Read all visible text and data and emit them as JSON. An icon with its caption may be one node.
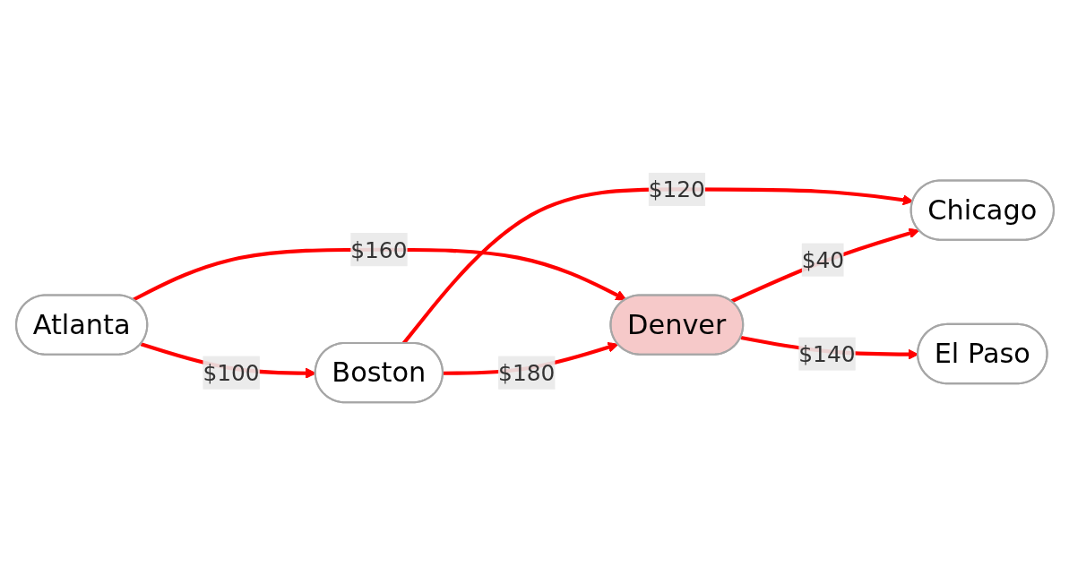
{
  "diagram": {
    "nodes": [
      {
        "text": [
          "Boston"
        ]
      },
      {
        "text": [
          "Chicago"
        ]
      },
      {
        "text": [
          "Denver"
        ]
      },
      {
        "text": [
          "El Paso"
        ]
      },
      {
        "text": [
          "Atlanta"
        ]
      }
    ],
    "edges": [
      {
        "from": 0,
        "to": 2,
        "arrow": "to",
        "label": "$180"
      },
      {
        "from": 2,
        "to": 1,
        "arrow": "to",
        "label": "$40"
      },
      {
        "from": 0,
        "to": 1,
        "arrow": "to",
        "label": "$120"
      },
      {
        "from": 2,
        "to": 3,
        "arrow": "to",
        "label": "$140"
      },
      {
        "from": 4,
        "to": 0,
        "arrow": "to",
        "label": "$100"
      },
      {
        "from": 4,
        "to": 2,
        "arrow": "to",
        "label": "$160"
      }
    ]
  }
}
